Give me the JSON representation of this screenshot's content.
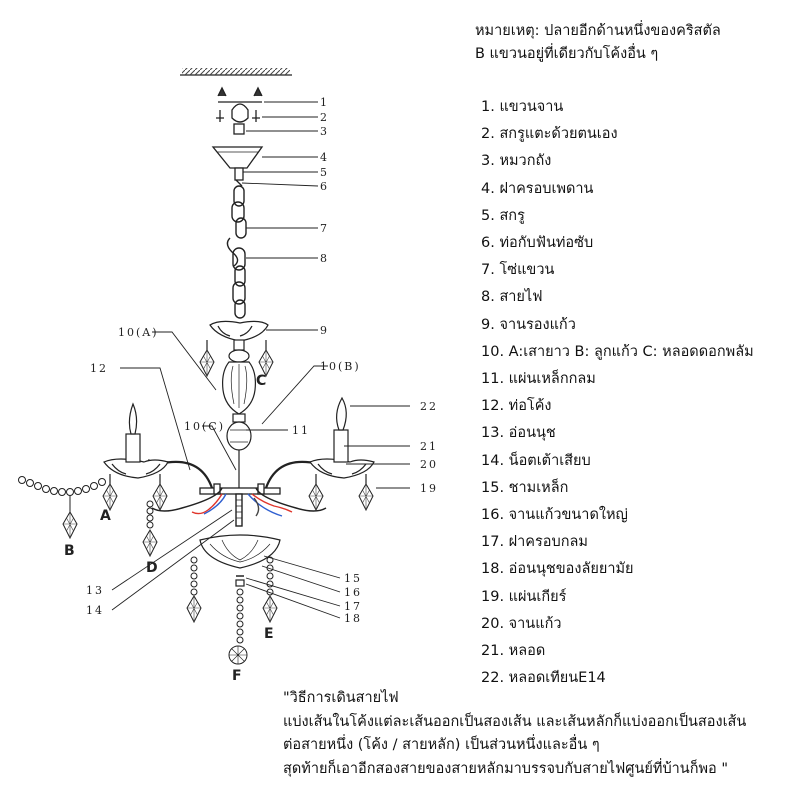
{
  "note": {
    "line1": "หมายเหตุ: ปลายอีกด้านหนึ่งของคริสตัล",
    "line2": "B แขวนอยู่ที่เดียวกับโค้งอื่น ๆ"
  },
  "legend": [
    "1. แขวนจาน",
    "2. สกรูแตะด้วยตนเอง",
    "3. หมวกถัง",
    "4. ฝาครอบเพดาน",
    "5. สกรู",
    "6. ท่อกับฟันท่อซับ",
    "7. โซ่แขวน",
    "8. สายไฟ",
    "9. จานรองแก้ว",
    "10. A:เสายาว   B: ลูกแก้ว  C: หลอดดอกพลัม",
    "11. แผ่นเหล็กกลม",
    "12. ท่อโค้ง",
    "13. อ่อนนุช",
    "14. น็อตเต้าเสียบ",
    "15. ชามเหล็ก",
    "16. จานแก้วขนาดใหญ่",
    "17. ฝาครอบกลม",
    "18. อ่อนนุชของลัยยามัย",
    "19. แผ่นเกียร์",
    "20. จานแก้ว",
    "21. หลอด",
    "22. หลอดเทียนE14"
  ],
  "wiring": {
    "line1": "\"วิธีการเดินสายไฟ",
    "line2": "แบ่งเส้นในโค้งแต่ละเส้นออกเป็นสองเส้น และเส้นหลักก็แบ่งออกเป็นสองเส้น",
    "line3": "ต่อสายหนึ่ง (โค้ง / สายหลัก) เป็นส่วนหนึ่งและอื่น ๆ",
    "line4": "สุดท้ายก็เอาอีกสองสายของสายหลักมาบรรจบกับสายไฟศูนย์ที่บ้านก็พอ \""
  },
  "callouts": {
    "n1": "1",
    "n2": "2",
    "n3": "3",
    "n4": "4",
    "n5": "5",
    "n6": "6",
    "n7": "7",
    "n8": "8",
    "n9": "9",
    "n10a": "10(A)",
    "n10b": "10(B)",
    "n10c": "10(C)",
    "n11": "11",
    "n12": "12",
    "n13": "13",
    "n14": "14",
    "n15": "15",
    "n16": "16",
    "n17": "17",
    "n18": "18",
    "n19": "19",
    "n20": "20",
    "n21": "21",
    "n22": "22"
  },
  "letters": {
    "a": "A",
    "b": "B",
    "c": "C",
    "d": "D",
    "e": "E",
    "f": "F"
  },
  "colors": {
    "line": "#2a2a2a",
    "wire_red": "#e0352b",
    "wire_blue": "#2f5fd0"
  }
}
